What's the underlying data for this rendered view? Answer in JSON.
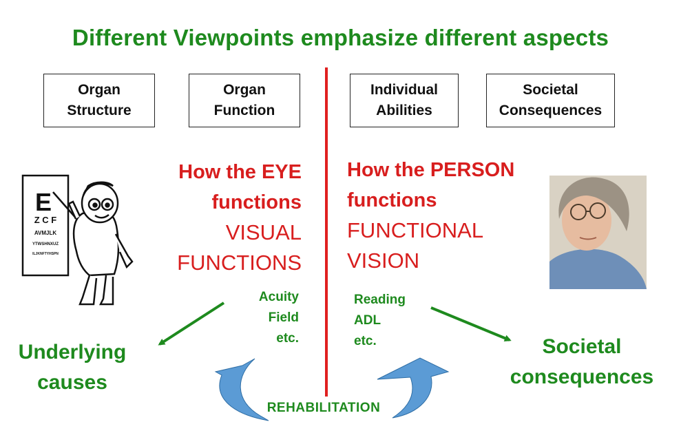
{
  "title": "Different Viewpoints emphasize different aspects",
  "boxes": [
    {
      "line1": "Organ",
      "line2": "Structure"
    },
    {
      "line1": "Organ",
      "line2": "Function"
    },
    {
      "line1": "Individual",
      "line2": "Abilities"
    },
    {
      "line1": "Societal",
      "line2": "Consequences"
    }
  ],
  "left_heading": {
    "line1": "How the EYE",
    "line2": "functions",
    "line3": "VISUAL",
    "line4": "FUNCTIONS"
  },
  "right_heading": {
    "line1": "How the PERSON",
    "line2": "functions",
    "line3": "FUNCTIONAL",
    "line4": "VISION"
  },
  "left_examples": [
    "Acuity",
    "Field",
    "etc."
  ],
  "right_examples": [
    "Reading",
    "ADL",
    "etc."
  ],
  "left_outcome": {
    "line1": "Underlying",
    "line2": "causes"
  },
  "right_outcome": {
    "line1": "Societal",
    "line2": "consequences"
  },
  "eye_chart_rows": [
    "E",
    "Z C F",
    "AVMJLK",
    "YTWSHNXUZ",
    "ILJKNFTYHSPN"
  ],
  "rehab_label": "REHABILITATION",
  "colors": {
    "green": "#1e8a1e",
    "red": "#d81e1e",
    "arrow_blue": "#5b9bd5"
  }
}
